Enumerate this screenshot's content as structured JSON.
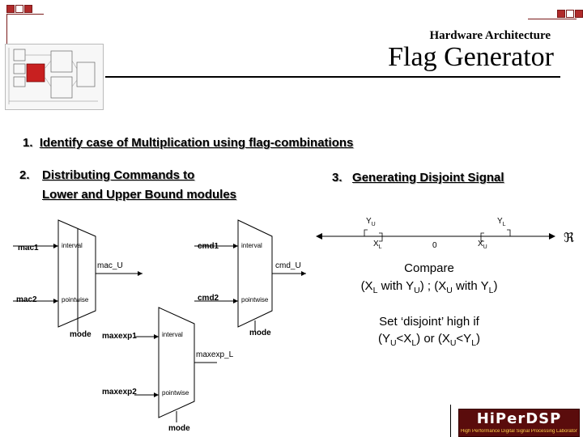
{
  "header": {
    "subtitle": "Hardware Architecture",
    "title": "Flag Generator"
  },
  "bullets": {
    "b1_num": "1.",
    "b1_text": "Identify case of Multiplication using flag-combinations",
    "b2_num": "2.",
    "b2_line1": "Distributing Commands to",
    "b2_line2": "Lower and Upper Bound modules",
    "b3_num": "3.",
    "b3_text": "Generating Disjoint Signal"
  },
  "mux_left": {
    "in_top": "mac1",
    "in_bottom": "mac2",
    "port_top": "interval",
    "port_bottom": "pointwise",
    "output": "mac_U",
    "select": "mode"
  },
  "mux_right": {
    "in_top": "cmd1",
    "in_bottom": "cmd2",
    "port_top": "interval",
    "port_bottom": "pointwise",
    "output": "cmd_U",
    "select": "mode"
  },
  "mux_bottom": {
    "in_top": "maxexp1",
    "in_bottom": "maxexp2",
    "port_top": "interval",
    "port_bottom": "pointwise",
    "output": "maxexp_L",
    "select": "mode"
  },
  "number_line": {
    "yu": "Y",
    "yu_sub": "U",
    "yl": "Y",
    "yl_sub": "L",
    "xl": "X",
    "xl_sub": "L",
    "xu": "X",
    "xu_sub": "U",
    "zero": "0",
    "reals": "ℜ"
  },
  "compare": {
    "title": "Compare",
    "p1": "(X",
    "s1": "L",
    "p2": " with Y",
    "s2": "U",
    "p3": ") ; (X",
    "s3": "U",
    "p4": " with Y",
    "s4": "L",
    "p5": ")"
  },
  "setline": {
    "line1": "Set ‘disjoint’ high if",
    "p1": "(Y",
    "s1": "U",
    "p2": "<X",
    "s2": "L",
    "p3": ") or (X",
    "s3": "U",
    "p4": "<Y",
    "s4": "L",
    "p5": ")"
  },
  "logo": {
    "text": "HiPerDSP",
    "tagline": "High Performance Digital Signal Processing Laboratory"
  }
}
